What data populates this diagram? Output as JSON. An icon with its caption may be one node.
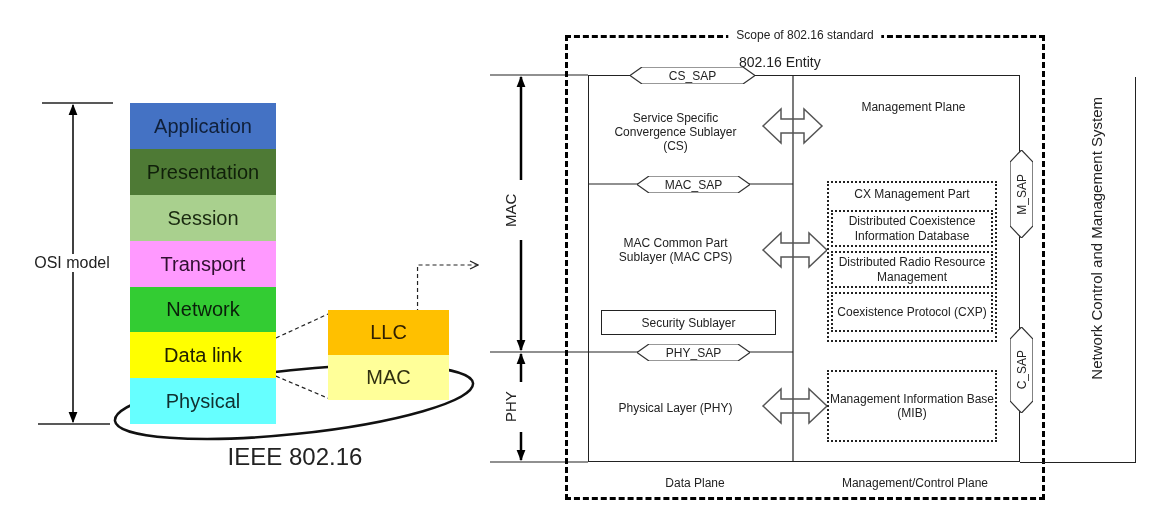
{
  "diagram": {
    "nodes": [
      {
        "text": [
          "Application"
        ]
      },
      {
        "text": [
          "Presentation"
        ]
      },
      {
        "text": [
          "Session"
        ]
      },
      {
        "text": [
          "Transport"
        ]
      },
      {
        "text": [
          "Network"
        ]
      },
      {
        "text": [
          "Data link"
        ]
      },
      {
        "text": [
          "Physical"
        ]
      },
      {
        "text": [
          "LLC"
        ]
      },
      {
        "text": [
          "MAC"
        ]
      },
      {
        "text": [
          "Scope of 802.16 standard"
        ]
      },
      {
        "text": [
          "802.16 Entity"
        ],
        "in": 9
      },
      {
        "text": [
          "Service Specific Convergence Sublayer (CS)"
        ],
        "in": 10
      },
      {
        "text": [
          "CS_SAP"
        ],
        "in": 9
      },
      {
        "text": [
          "MAC_SAP"
        ],
        "in": 10
      },
      {
        "text": [
          "MAC Common Part Sublayer (MAC CPS)"
        ],
        "in": 10
      },
      {
        "text": [
          "Security Sublayer"
        ],
        "in": 10
      },
      {
        "text": [
          "PHY_SAP"
        ],
        "in": 10
      },
      {
        "text": [
          "Physical Layer (PHY)"
        ],
        "in": 10
      },
      {
        "text": [
          "Management Plane"
        ],
        "in": 10
      },
      {
        "text": [
          "CX Management  Part"
        ],
        "in": 10
      },
      {
        "text": [
          "Distributed Coexistence Information Database"
        ],
        "in": 19
      },
      {
        "text": [
          "Distributed Radio Resource Management"
        ],
        "in": 19
      },
      {
        "text": [
          "Coexistence Protocol (CXP)"
        ],
        "in": 19
      },
      {
        "text": [
          "Management Information Base (MIB)"
        ],
        "in": 10
      },
      {
        "text": [
          "M_SAP"
        ],
        "in": 9
      },
      {
        "text": [
          "C_SAP"
        ],
        "in": 9
      },
      {
        "text": [
          "Network Control and Management System"
        ]
      }
    ],
    "edges": [
      {
        "from": 5,
        "to": 7,
        "arrow": "none",
        "style": "dashed"
      },
      {
        "from": 5,
        "to": 8,
        "arrow": "none",
        "style": "dashed"
      },
      {
        "from": 8,
        "to": null,
        "arrow": "to",
        "style": "dashed"
      },
      {
        "from": 11,
        "to": 18,
        "arrow": "both"
      },
      {
        "from": 14,
        "to": 19,
        "arrow": "both"
      },
      {
        "from": 17,
        "to": 23,
        "arrow": "both"
      }
    ],
    "labels": [
      "OSI model",
      "IEEE 802.16",
      "MAC",
      "PHY",
      "Data Plane",
      "Management/Control Plane"
    ]
  }
}
